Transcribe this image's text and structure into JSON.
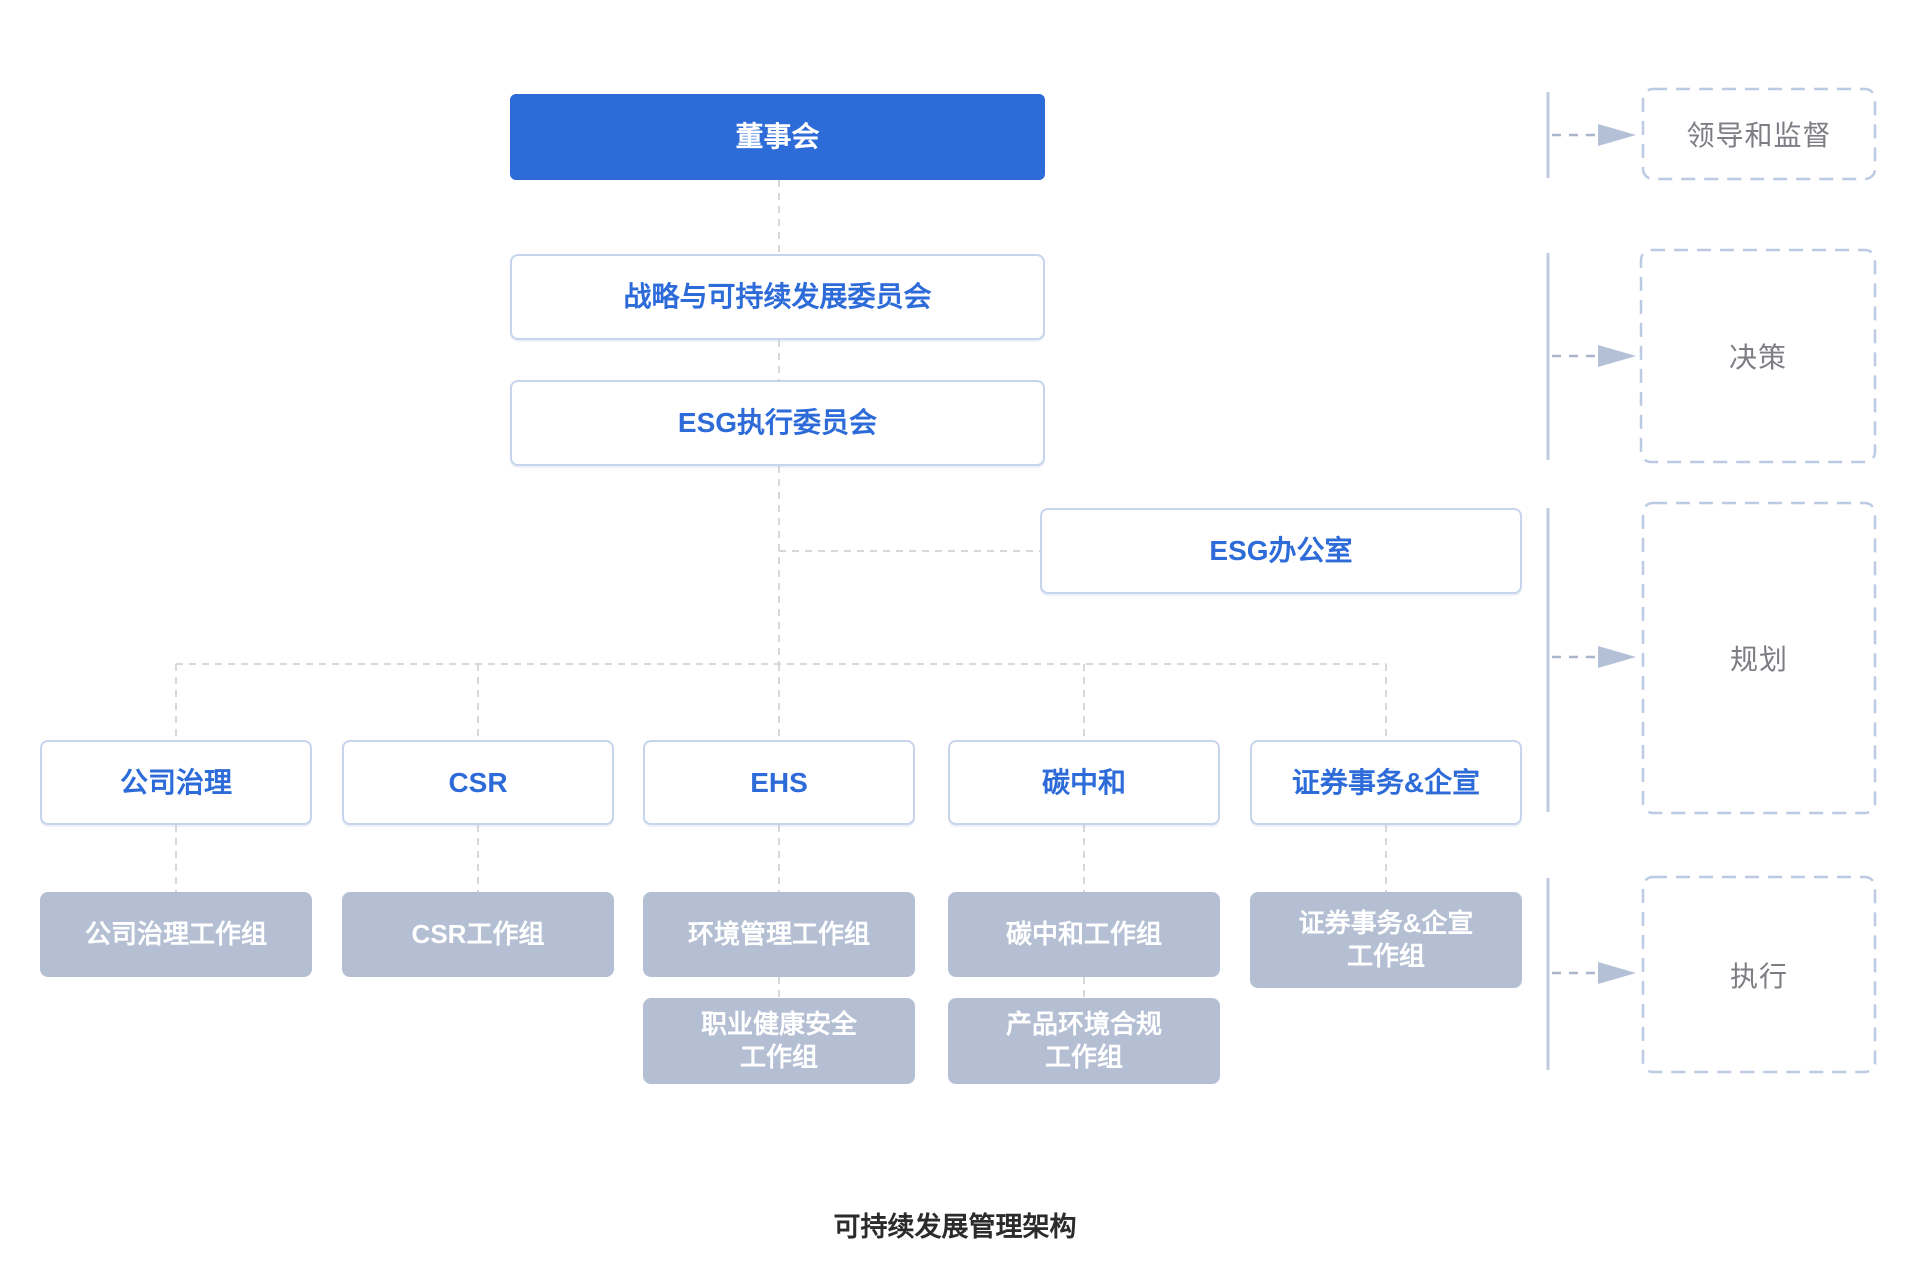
{
  "title": "可持续发展管理架构",
  "board": {
    "label": "董事会"
  },
  "committees": {
    "strategy": "战略与可持续发展委员会",
    "esg_exec": "ESG执行委员会"
  },
  "office": {
    "label": "ESG办公室"
  },
  "departments": [
    "公司治理",
    "CSR",
    "EHS",
    "碳中和",
    "证券事务&企宣"
  ],
  "workgroups_row1": [
    "公司治理工作组",
    "CSR工作组",
    "环境管理工作组",
    "碳中和工作组",
    "证券事务&企宣\n工作组"
  ],
  "workgroups_row2": [
    "职业健康安全\n工作组",
    "产品环境合规\n工作组"
  ],
  "stages": [
    "领导和监督",
    "决策",
    "规划",
    "执行"
  ],
  "colors": {
    "primary_blue": "#2d6bd9",
    "box_border": "#c7d4ee",
    "workgroup_gray": "#b4bfd3",
    "stage_text": "#7c7e84",
    "stage_dashed_border": "#bccae4",
    "bracket_line": "#c0cbe0",
    "arrow": "#b4c0d6",
    "tree_connector": "#d6d8dc",
    "title_text": "#2b2b2b"
  }
}
